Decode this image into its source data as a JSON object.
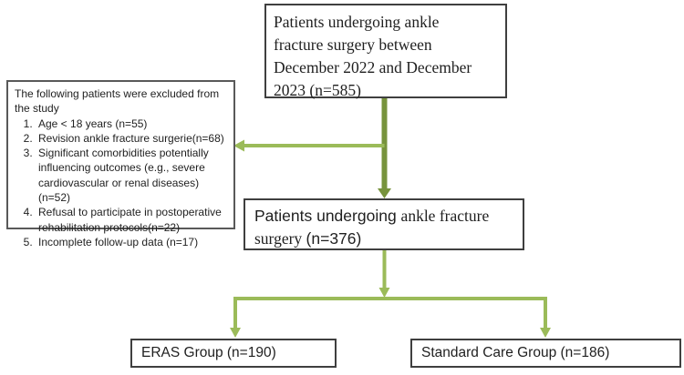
{
  "colors": {
    "arrow_dark": "#77933C",
    "arrow_light": "#9BBB59",
    "border_dark": "#3F3F3F",
    "border_gray": "#595959",
    "text_dark": "#1F1F1F",
    "bg": "#FFFFFF"
  },
  "flowchart": {
    "initial_box": {
      "text": "Patients undergoing ankle\nfracture surgery between\nDecember 2022 and December\n2023 (n=585)"
    },
    "excluded_box": {
      "header": "The following patients were excluded from\nthe study",
      "items": [
        "Age < 18 years (n=55)",
        "Revision ankle fracture surgerie(n=68)",
        "Significant comorbidities potentially\ninfluencing outcomes (e.g., severe\ncardiovascular or renal diseases) (n=52)",
        "Refusal to participate in postoperative\nrehabilitation protocols(n=22)",
        "Incomplete follow-up data (n=17)"
      ]
    },
    "enrolled_box": {
      "part_sans_1": "Patients undergoing ",
      "part_serif_1": "ankle fracture",
      "part_serif_2": "surgery ",
      "part_sans_2": "(n=376)"
    },
    "eras_box": {
      "text": "ERAS Group (n=190)"
    },
    "standard_box": {
      "text": "Standard Care Group (n=186)"
    }
  }
}
